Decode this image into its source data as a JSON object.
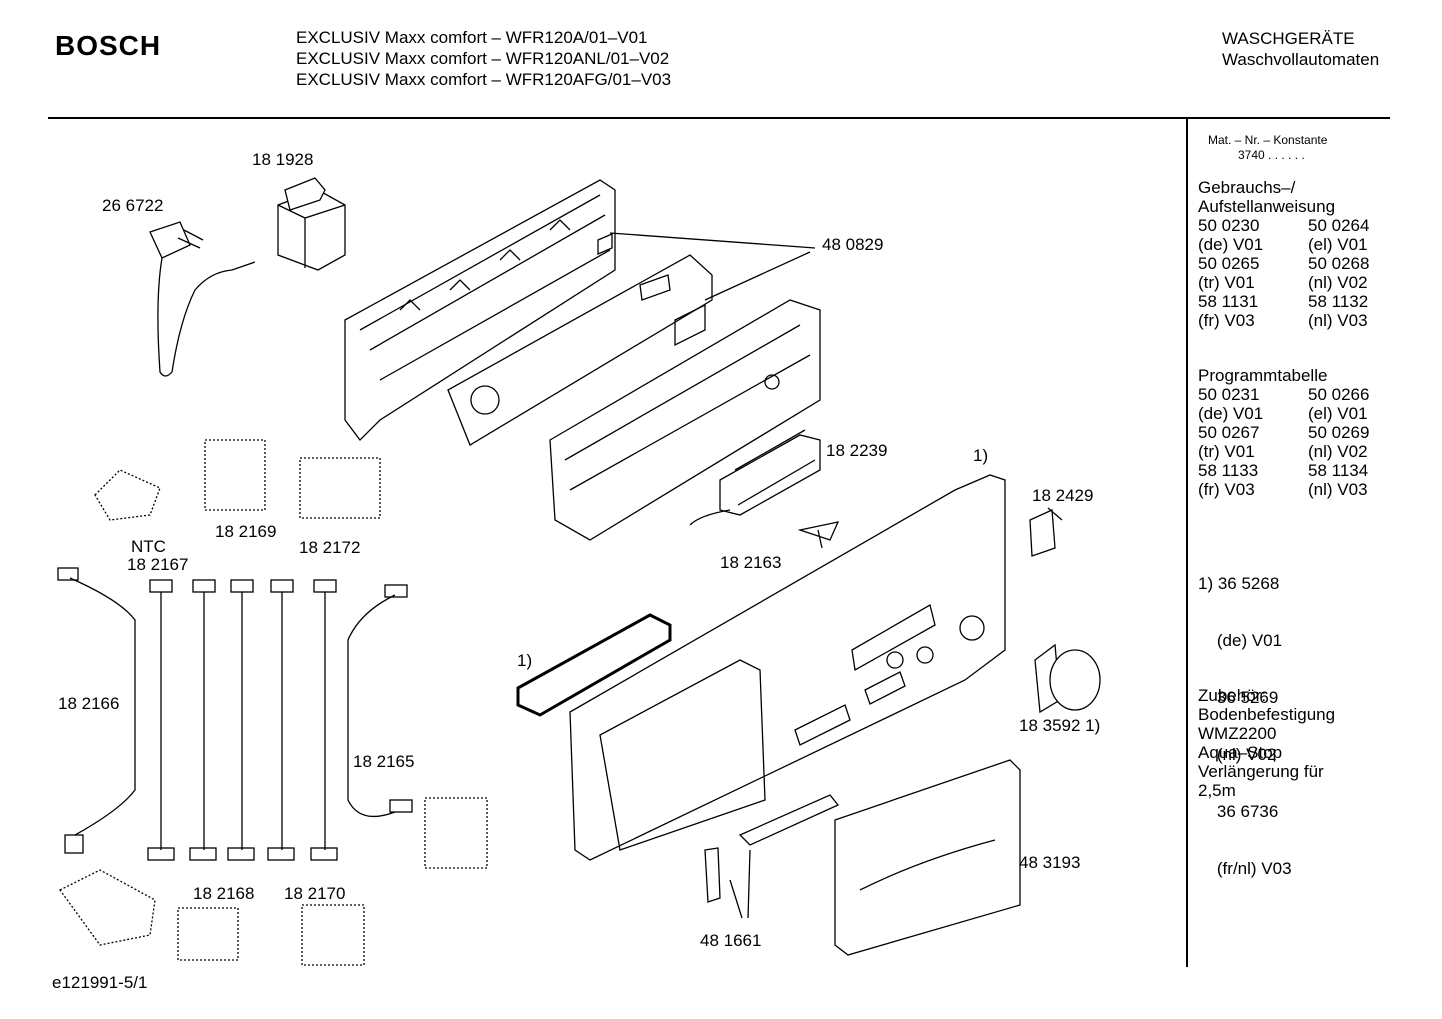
{
  "header": {
    "brand": "BOSCH",
    "models": [
      "EXCLUSIV Maxx comfort – WFR120A/01–V01",
      "EXCLUSIV Maxx comfort – WFR120ANL/01–V02",
      "EXCLUSIV Maxx comfort – WFR120AFG/01–V03"
    ],
    "category_line1": "WASCHGERÄTE",
    "category_line2": "Waschvollautomaten"
  },
  "sidebar": {
    "mat_title": "Mat. – Nr. – Konstante",
    "mat_value": "3740 . .   . . . .",
    "manual_title1": "Gebrauchs–/",
    "manual_title2": "Aufstellanweisung",
    "manual_rows": [
      [
        "50 0230",
        "50 0264"
      ],
      [
        "(de) V01",
        "(el) V01"
      ],
      [
        "50 0265",
        "50 0268"
      ],
      [
        "(tr) V01",
        "(nl) V02"
      ],
      [
        "58 1131",
        "58 1132"
      ],
      [
        "(fr) V03",
        "(nl) V03"
      ]
    ],
    "program_title": "Programmtabelle",
    "program_rows": [
      [
        "50 0231",
        "50 0266"
      ],
      [
        "(de) V01",
        "(el) V01"
      ],
      [
        "50 0267",
        "50 0269"
      ],
      [
        "(tr) V01",
        "(nl) V02"
      ],
      [
        "58 1133",
        "58 1134"
      ],
      [
        "(fr) V03",
        "(nl) V03"
      ]
    ],
    "note_lines": [
      "1) 36 5268",
      "    (de) V01",
      "    36 5269",
      "    (nl) V02",
      "    36 6736",
      "    (fr/nl) V03"
    ],
    "accessory_lines": [
      "Zubehör:",
      "Bodenbefestigung",
      "WMZ2200",
      "Aqua–Stop",
      "Verlängerung für",
      "2,5m"
    ]
  },
  "parts": {
    "p181928": "18 1928",
    "p266722": "26 6722",
    "p480829": "48 0829",
    "p182239": "18 2239",
    "note1_top": "1)",
    "p182429": "18 2429",
    "ntc": "NTC",
    "p182167": "18 2167",
    "p182169": "18 2169",
    "p182172": "18 2172",
    "p182163": "18 2163",
    "note1_left": "1)",
    "p182166": "18 2166",
    "p183592": "18 3592 1)",
    "p182165": "18 2165",
    "p483193": "48 3193",
    "p182168": "18 2168",
    "p182170": "18 2170",
    "p481661": "48 1661"
  },
  "footer": {
    "drawing_id": "e121991-5/1"
  }
}
